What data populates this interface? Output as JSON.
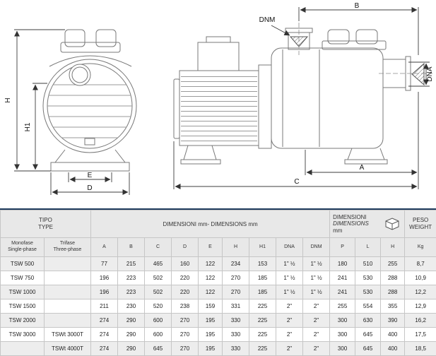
{
  "colors": {
    "divider": "#1e3a5c"
  },
  "drawing": {
    "dim_labels": {
      "H": "H",
      "H1": "H1",
      "E": "E",
      "D": "D",
      "DNM": "DNM",
      "B": "B",
      "DNA": "DNA",
      "A": "A",
      "C": "C"
    }
  },
  "table": {
    "group_headers": {
      "tipo": [
        "TIPO",
        "TYPE"
      ],
      "dimensions": "DIMENSIONI mm- DIMENSIONS mm",
      "packaging": [
        "DIMENSIONI",
        "DIMENSIONS",
        "mm"
      ],
      "peso": [
        "PESO",
        "WEIGHT"
      ]
    },
    "col_headers": {
      "monofase": [
        "Monofase",
        "Single-phase"
      ],
      "trifase": [
        "Trifase",
        "Three-phase"
      ],
      "dims": [
        "A",
        "B",
        "C",
        "D",
        "E",
        "H",
        "H1",
        "DNA",
        "DNM"
      ],
      "pack": [
        "P",
        "L",
        "H"
      ],
      "weight": "Kg"
    },
    "rows": [
      {
        "mono": "TSW 500",
        "tri": "",
        "vals": [
          "77",
          "215",
          "465",
          "160",
          "122",
          "234",
          "153",
          "1\" ½",
          "1\" ½",
          "180",
          "510",
          "255",
          "8,7"
        ]
      },
      {
        "mono": "TSW 750",
        "tri": "",
        "vals": [
          "196",
          "223",
          "502",
          "220",
          "122",
          "270",
          "185",
          "1\" ½",
          "1\" ½",
          "241",
          "530",
          "288",
          "10,9"
        ]
      },
      {
        "mono": "TSW 1000",
        "tri": "",
        "vals": [
          "196",
          "223",
          "502",
          "220",
          "122",
          "270",
          "185",
          "1\" ½",
          "1\" ½",
          "241",
          "530",
          "288",
          "12,2"
        ]
      },
      {
        "mono": "TSW 1500",
        "tri": "",
        "vals": [
          "211",
          "230",
          "520",
          "238",
          "159",
          "331",
          "225",
          "2\"",
          "2\"",
          "255",
          "554",
          "355",
          "12,9"
        ]
      },
      {
        "mono": "TSW 2000",
        "tri": "",
        "vals": [
          "274",
          "290",
          "600",
          "270",
          "195",
          "330",
          "225",
          "2\"",
          "2\"",
          "300",
          "630",
          "390",
          "16,2"
        ]
      },
      {
        "mono": "TSW 3000",
        "tri": "TSWt 3000T",
        "vals": [
          "274",
          "290",
          "600",
          "270",
          "195",
          "330",
          "225",
          "2\"",
          "2\"",
          "300",
          "645",
          "400",
          "17,5"
        ]
      },
      {
        "mono": "",
        "tri": "TSWt 4000T",
        "vals": [
          "274",
          "290",
          "645",
          "270",
          "195",
          "330",
          "225",
          "2\"",
          "2\"",
          "300",
          "645",
          "400",
          "18,5"
        ]
      }
    ]
  }
}
